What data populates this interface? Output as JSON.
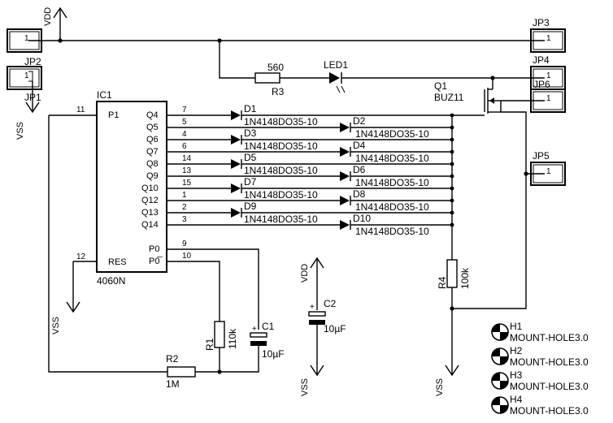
{
  "connectors": {
    "jp1": {
      "ref": "JP1",
      "pin": "1"
    },
    "jp2": {
      "ref": "JP2",
      "pin": "1"
    },
    "jp3": {
      "ref": "JP3",
      "pin": "1"
    },
    "jp4": {
      "ref": "JP4",
      "pin": "1"
    },
    "jp5": {
      "ref": "JP5",
      "pin": "1"
    },
    "jp6": {
      "ref": "JP6",
      "pin": "1"
    }
  },
  "supplies": {
    "vdd_top": "VDD",
    "vss_left_top": "VSS",
    "vss_left": "VSS",
    "vdd_c2": "VDD",
    "vss_c2": "VSS",
    "vss_r4": "VSS"
  },
  "ic1": {
    "ref": "IC1",
    "value": "4060N",
    "pins_left": [
      {
        "name": "P1",
        "num": "11"
      },
      {
        "name": "RES",
        "num": "12"
      }
    ],
    "pins_right": [
      {
        "name": "Q4",
        "num": "7"
      },
      {
        "name": "Q5",
        "num": "5"
      },
      {
        "name": "Q6",
        "num": "4"
      },
      {
        "name": "Q7",
        "num": "6"
      },
      {
        "name": "Q8",
        "num": "14"
      },
      {
        "name": "Q9",
        "num": "13"
      },
      {
        "name": "Q10",
        "num": "15"
      },
      {
        "name": "Q12",
        "num": "1"
      },
      {
        "name": "Q13",
        "num": "2"
      },
      {
        "name": "Q14",
        "num": "3"
      },
      {
        "name": "P0",
        "num": "9"
      },
      {
        "name": "P0̅",
        "num": "10"
      }
    ]
  },
  "diodes": [
    {
      "ref": "D1",
      "value": "1N4148DO35-10"
    },
    {
      "ref": "D2",
      "value": "1N4148DO35-10"
    },
    {
      "ref": "D3",
      "value": "1N4148DO35-10"
    },
    {
      "ref": "D4",
      "value": "1N4148DO35-10"
    },
    {
      "ref": "D5",
      "value": "1N4148DO35-10"
    },
    {
      "ref": "D6",
      "value": "1N4148DO35-10"
    },
    {
      "ref": "D7",
      "value": "1N4148DO35-10"
    },
    {
      "ref": "D8",
      "value": "1N4148DO35-10"
    },
    {
      "ref": "D9",
      "value": "1N4148DO35-10"
    },
    {
      "ref": "D10",
      "value": "1N4148DO35-10"
    }
  ],
  "r3": {
    "ref": "R3",
    "value": "560"
  },
  "led1": {
    "ref": "LED1"
  },
  "q1": {
    "ref": "Q1",
    "value": "BUZ11"
  },
  "r1": {
    "ref": "R1",
    "value": "110k"
  },
  "r2": {
    "ref": "R2",
    "value": "1M"
  },
  "r4": {
    "ref": "R4",
    "value": "100k"
  },
  "c1": {
    "ref": "C1",
    "value": "10µF",
    "polarity": "+"
  },
  "c2": {
    "ref": "C2",
    "value": "10µF",
    "polarity": "+"
  },
  "mount_holes": [
    {
      "ref": "H1",
      "value": "MOUNT-HOLE3.0"
    },
    {
      "ref": "H2",
      "value": "MOUNT-HOLE3.0"
    },
    {
      "ref": "H3",
      "value": "MOUNT-HOLE3.0"
    },
    {
      "ref": "H4",
      "value": "MOUNT-HOLE3.0"
    }
  ]
}
